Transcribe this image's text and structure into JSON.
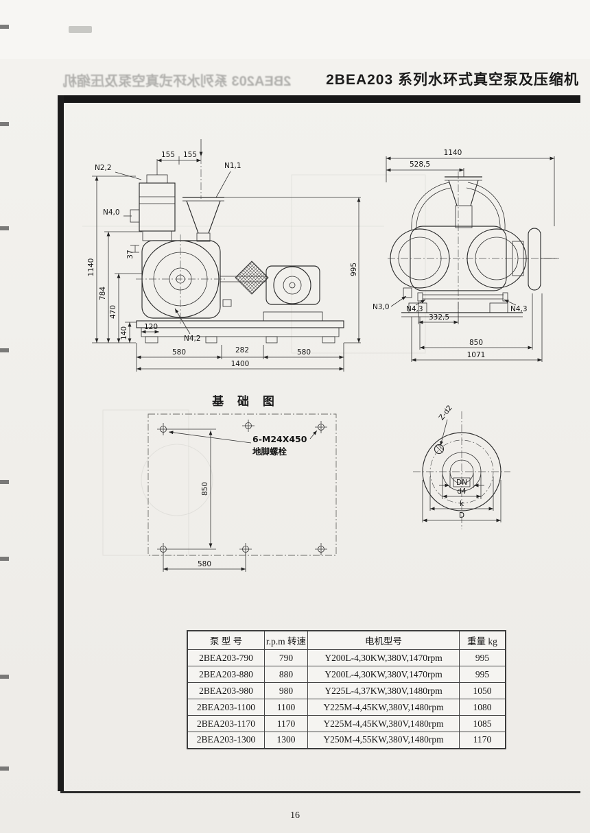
{
  "header": {
    "title": "2BEA203 系列水环式真空泵及压缩机",
    "ghost_title": "2BEA203 系列水环式真空泵及压缩机"
  },
  "front_view": {
    "n22": "N2,2",
    "n11": "N1,1",
    "n40": "N4,0",
    "n42": "N4,2",
    "d155a": "155",
    "d155b": "155",
    "d1140": "1140",
    "d784": "784",
    "d470": "470",
    "d140": "140",
    "d37": "37",
    "d120": "120",
    "d580a": "580",
    "d282": "282",
    "d580b": "580",
    "d1400": "1400",
    "d995": "995"
  },
  "side_view": {
    "d1140": "1140",
    "d528": "528,5",
    "n30": "N3,0",
    "n43a": "N4,3",
    "n43b": "N4,3",
    "d332": "332,5",
    "d850": "850",
    "d1071": "1071"
  },
  "foundation": {
    "title": "基 础 图",
    "note1": "6-M24X450",
    "note2": "地脚螺栓",
    "d850": "850",
    "d580": "580"
  },
  "flange": {
    "zd2": "Z-d2",
    "dn": "DN",
    "d4": "d4",
    "k": "k",
    "d": "D"
  },
  "table": {
    "headers": [
      "泵 型 号",
      "r.p.m 转速",
      "电机型号",
      "重量 kg"
    ],
    "rows": [
      {
        "model": "2BEA203-790",
        "rpm": "790",
        "motor": "Y200L-4,30KW,380V,1470rpm",
        "weight": "995"
      },
      {
        "model": "2BEA203-880",
        "rpm": "880",
        "motor": "Y200L-4,30KW,380V,1470rpm",
        "weight": "995"
      },
      {
        "model": "2BEA203-980",
        "rpm": "980",
        "motor": "Y225L-4,37KW,380V,1480rpm",
        "weight": "1050"
      },
      {
        "model": "2BEA203-1100",
        "rpm": "1100",
        "motor": "Y225M-4,45KW,380V,1480rpm",
        "weight": "1080"
      },
      {
        "model": "2BEA203-1170",
        "rpm": "1170",
        "motor": "Y225M-4,45KW,380V,1480rpm",
        "weight": "1085"
      },
      {
        "model": "2BEA203-1300",
        "rpm": "1300",
        "motor": "Y250M-4,55KW,380V,1480rpm",
        "weight": "1170"
      }
    ]
  },
  "page": {
    "number": "16"
  }
}
